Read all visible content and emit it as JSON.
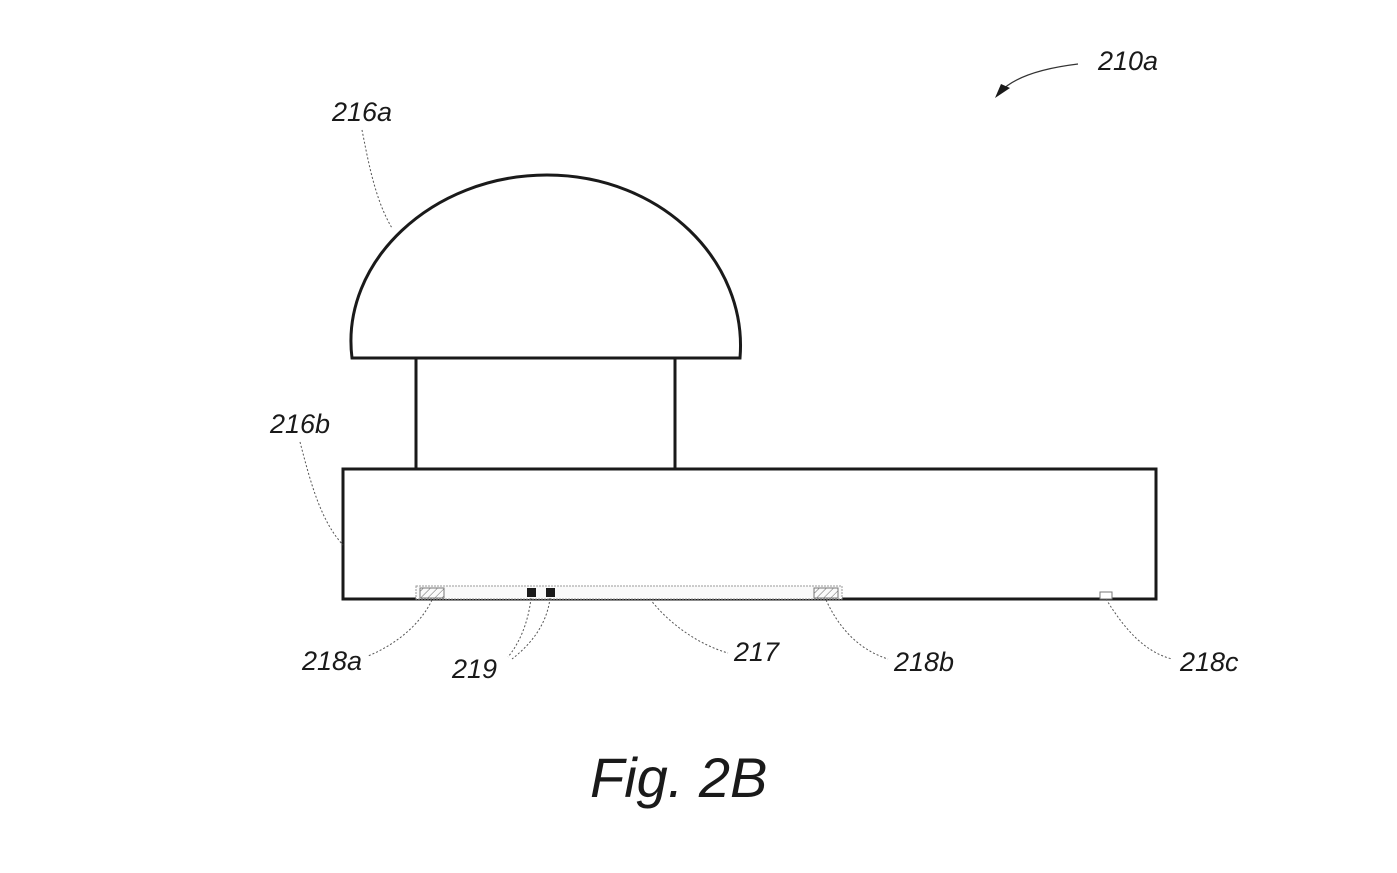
{
  "figure": {
    "caption": "Fig. 2B",
    "labels": {
      "assembly": "210a",
      "dome": "216a",
      "base": "216b",
      "strip": "217",
      "pad_left": "218a",
      "pad_right": "218b",
      "pad_end": "218c",
      "contacts": "219"
    }
  }
}
